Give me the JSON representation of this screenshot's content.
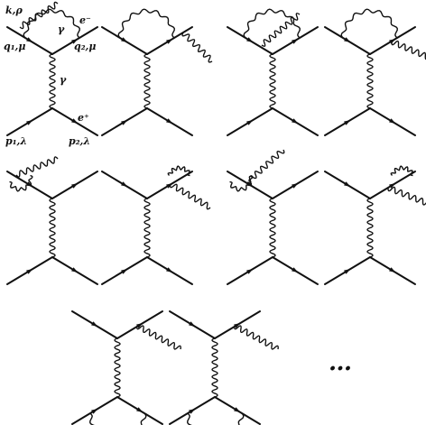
{
  "figure": {
    "description_labels": {
      "photon_momentum": "k,ρ",
      "photon_symbol_top": "γ",
      "electron": "e⁻",
      "incoming_momentum_1": "q₁,μ",
      "incoming_momentum_2": "q₂,μ",
      "exchange_photon": "γ",
      "positron": "e⁺",
      "outgoing_momentum_1": "p₁,λ",
      "outgoing_momentum_2": "p₂,λ"
    },
    "ellipsis": "…",
    "diagram_count": 10
  },
  "diagrams": [
    {
      "id": "d1",
      "kind": "top-vertex-correction-emission-from-vertex-loop"
    },
    {
      "id": "d2",
      "kind": "top-vertex-correction-emission-right-leg"
    },
    {
      "id": "d3",
      "kind": "top-vertex-correction-crossed-emission"
    },
    {
      "id": "d4",
      "kind": "top-vertex-correction-emission-right-outer"
    },
    {
      "id": "d5",
      "kind": "left-leg-self-energy-emission"
    },
    {
      "id": "d6",
      "kind": "right-leg-self-energy-emission-inner"
    },
    {
      "id": "d7",
      "kind": "left-leg-self-energy-emission-outer"
    },
    {
      "id": "d8",
      "kind": "right-leg-self-energy-emission-outer"
    },
    {
      "id": "d9",
      "kind": "bottom-vertex-correction-emission-top-right"
    },
    {
      "id": "d10",
      "kind": "bottom-vertex-correction-emission-top-right-alt"
    }
  ]
}
